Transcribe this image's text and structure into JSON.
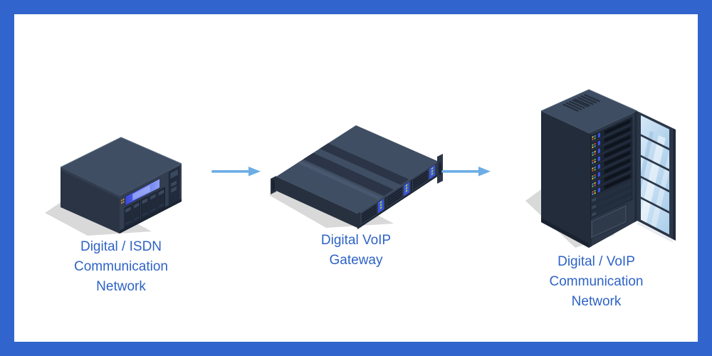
{
  "page": {
    "background_color": "#ffffff",
    "frame_border_color": "#3165cd"
  },
  "diagram": {
    "nodes": [
      {
        "id": "isdn-network",
        "icon": "nas-isdn-device",
        "label_lines": [
          "Digital / ISDN",
          "Communication",
          "Network"
        ]
      },
      {
        "id": "voip-gateway",
        "icon": "rack-server-gateway",
        "label_lines": [
          "Digital VoIP",
          "Gateway"
        ]
      },
      {
        "id": "voip-network",
        "icon": "server-rack-cabinet",
        "label_lines": [
          "Digital / VoIP",
          "Communication",
          "Network"
        ]
      }
    ],
    "connectors": [
      {
        "from": "isdn-network",
        "to": "voip-gateway",
        "direction": "right"
      },
      {
        "from": "voip-gateway",
        "to": "voip-network",
        "direction": "right"
      }
    ],
    "colors": {
      "label_text": "#2e63c6",
      "arrow": "#6cade5",
      "frame_border": "#3165cd",
      "device_body_dark": "#27303f",
      "device_body_mid": "#3e4d62",
      "device_front": "#333e52",
      "screen_blue": "#4d5ee8",
      "led_green": "#9ed43c",
      "glass_blue": "#bdd9f0",
      "shadow": "#d9d9d9"
    }
  }
}
